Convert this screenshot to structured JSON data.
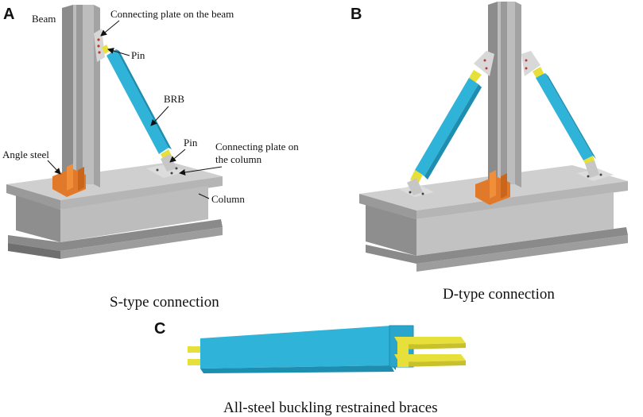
{
  "panels": {
    "a": {
      "letter": "A",
      "labels": {
        "beam": "Beam",
        "connecting_plate_beam": "Connecting plate on the beam",
        "pin_top": "Pin",
        "brb": "BRB",
        "pin_bottom": "Pin",
        "angle_steel": "Angle steel",
        "connecting_plate_column_1": "Connecting plate on",
        "connecting_plate_column_2": "the column",
        "column": "Column"
      },
      "caption": "S-type connection"
    },
    "b": {
      "letter": "B",
      "caption": "D-type connection"
    },
    "c": {
      "letter": "C",
      "caption": "All-steel buckling restrained braces"
    }
  },
  "colors": {
    "brace": "#2fb3d8",
    "brace_dark": "#1d8db0",
    "pin": "#e8e03a",
    "angle_steel": "#e07a2a",
    "steel_light": "#c9c9c9",
    "steel_mid": "#a6a6a6",
    "steel_dark": "#7d7d7d",
    "plate": "#d8d8d8",
    "bolt": "#c0392b"
  }
}
